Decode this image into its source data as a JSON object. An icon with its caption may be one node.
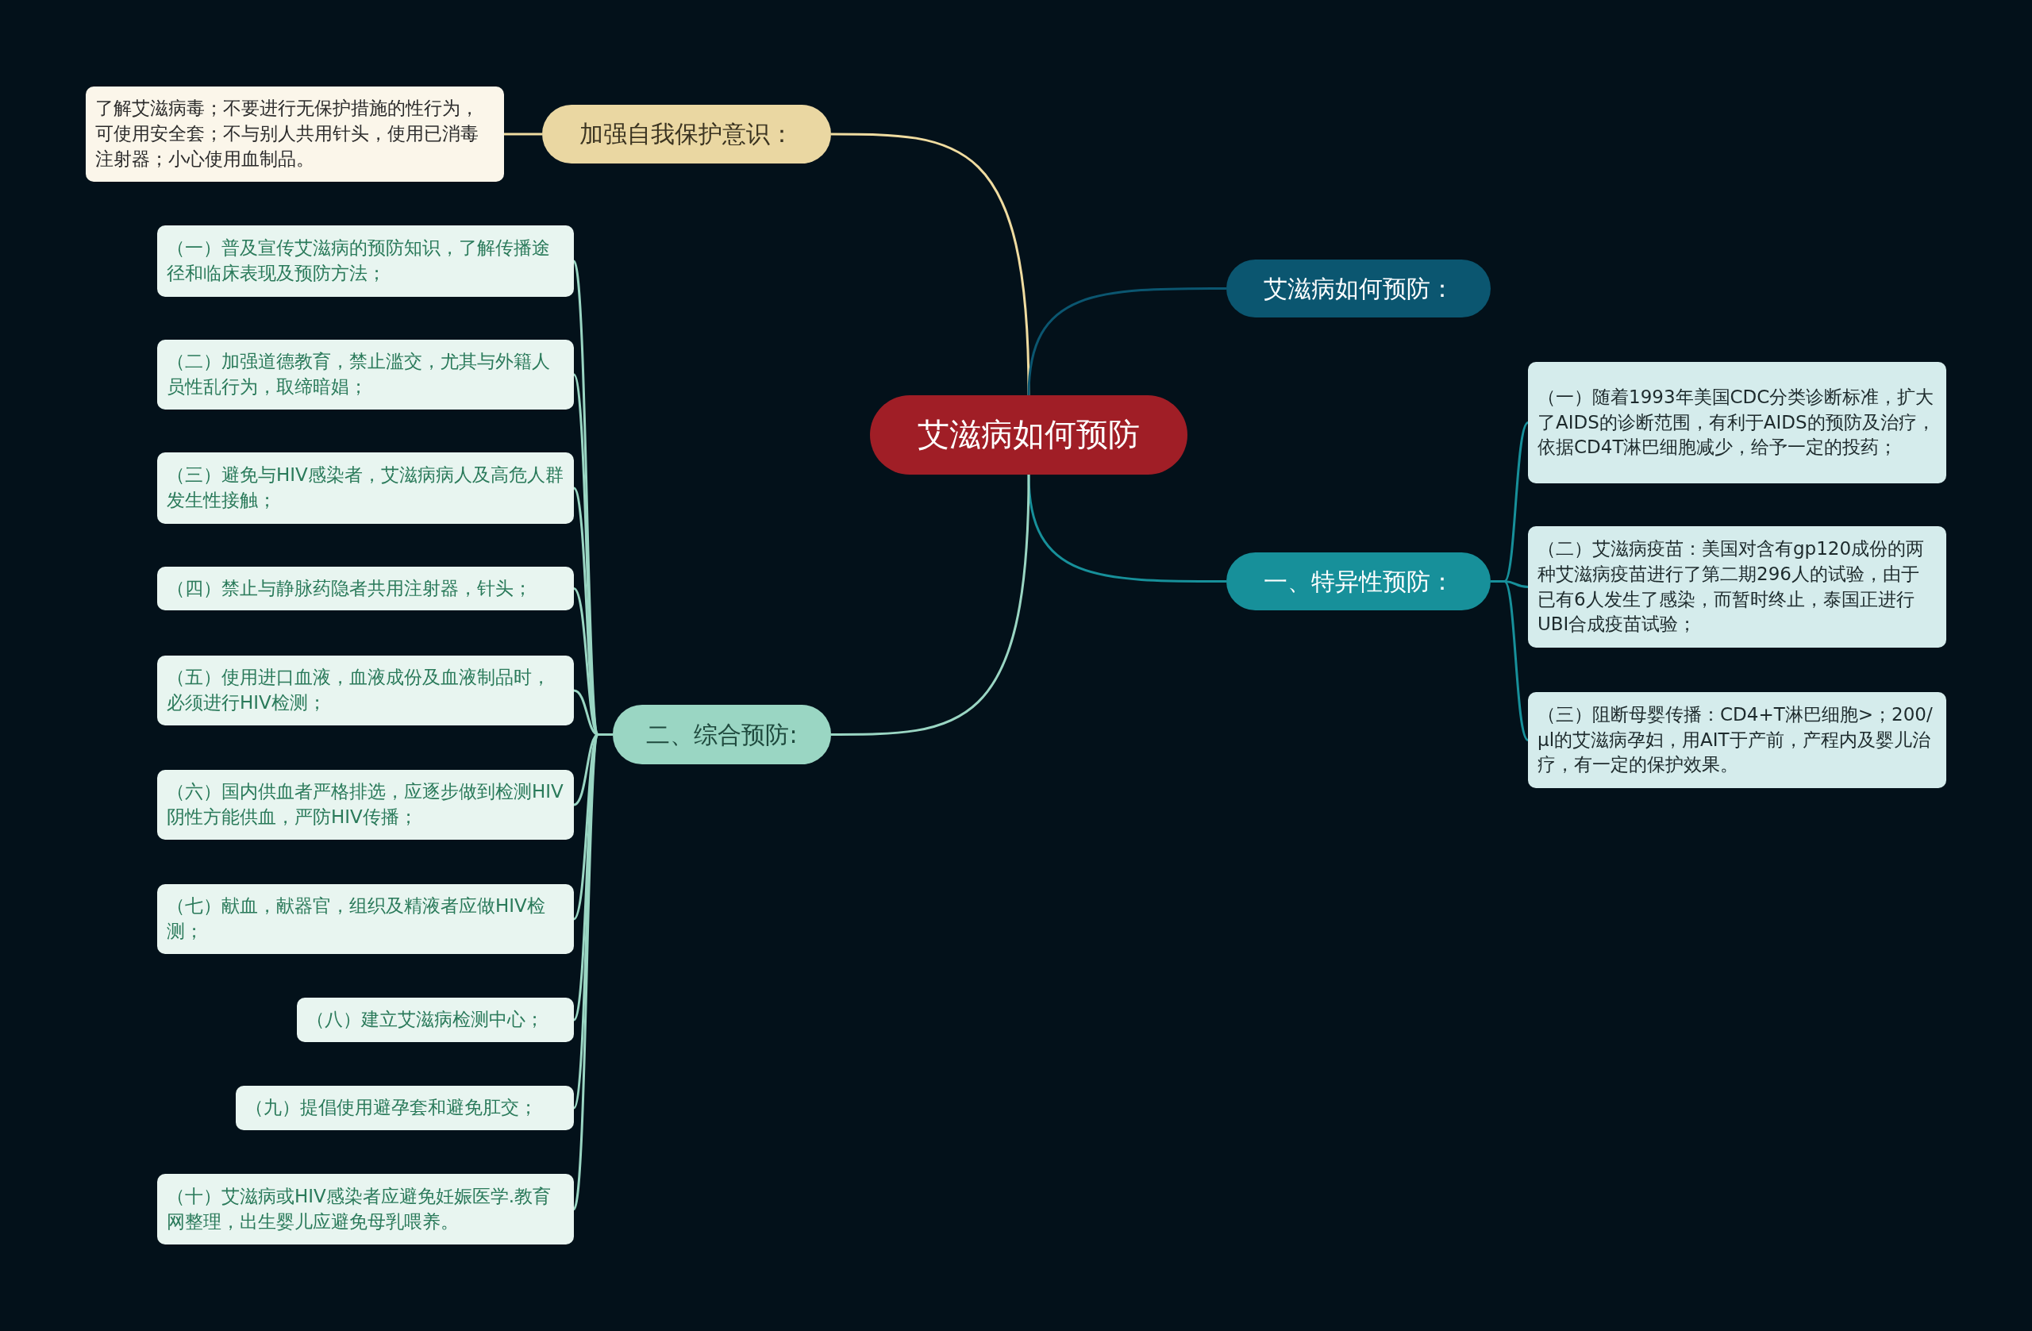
{
  "diagram": {
    "nodes": [
      {
        "text": [
          "艾滋病如何预防"
        ]
      },
      {
        "text": [
          "加强自我保护意识："
        ]
      },
      {
        "text": [
          "了解艾滋病毒；不要进行无保护措施的性行为，可使用安全套；不与别人共用针头，使用已消毒注射器；小心使用血制品。"
        ]
      },
      {
        "text": [
          "艾滋病如何预防："
        ]
      },
      {
        "text": [
          "一、特异性预防："
        ]
      },
      {
        "text": [
          "（一）随着1993年美国CDC分类诊断标准，扩大了AIDS的诊断范围，有利于AIDS的预防及治疗，依据CD4T淋巴细胞减少，给予一定的投药；"
        ]
      },
      {
        "text": [
          "（二）艾滋病疫苗：美国对含有gp120成份的两种艾滋病疫苗进行了第二期296人的试验，由于已有6人发生了感染，而暂时终止，泰国正进行UBI合成疫苗试验；"
        ]
      },
      {
        "text": [
          "（三）阻断母婴传播：CD4+T淋巴细胞>；200/μl的艾滋病孕妇，用AIT于产前，产程内及婴儿治疗，有一定的保护效果。"
        ]
      },
      {
        "text": [
          "二、综合预防:"
        ]
      },
      {
        "text": [
          "（一）普及宣传艾滋病的预防知识，了解传播途径和临床表现及预防方法；"
        ]
      },
      {
        "text": [
          "（二）加强道德教育，禁止滥交，尤其与外籍人员性乱行为，取缔暗娼；"
        ]
      },
      {
        "text": [
          "（三）避免与HIV感染者，艾滋病病人及高危人群发生性接触；"
        ]
      },
      {
        "text": [
          "（四）禁止与静脉药隐者共用注射器，针头；"
        ]
      },
      {
        "text": [
          "（五）使用进口血液，血液成份及血液制品时，必须进行HIV检测；"
        ]
      },
      {
        "text": [
          "（六）国内供血者严格排选，应逐步做到检测HIV阴性方能供血，严防HIV传播；"
        ]
      },
      {
        "text": [
          "（七）献血，献器官，组织及精液者应做HIV检测；"
        ]
      },
      {
        "text": [
          "（八）建立艾滋病检测中心；"
        ]
      },
      {
        "text": [
          "（九）提倡使用避孕套和避免肛交；"
        ]
      },
      {
        "text": [
          "（十）艾滋病或HIV感染者应避免妊娠医学.教育网整理，出生婴儿应避免母乳喂养。"
        ]
      }
    ],
    "edges": [
      {
        "from": 0,
        "to": 1,
        "arrow": "none",
        "color": "#f0dca0"
      },
      {
        "from": 1,
        "to": 2,
        "arrow": "none",
        "color": "#f0dca0"
      },
      {
        "from": 0,
        "to": 3,
        "arrow": "none",
        "color": "#0b5670"
      },
      {
        "from": 0,
        "to": 4,
        "arrow": "none",
        "color": "#17909a"
      },
      {
        "from": 4,
        "to": 5,
        "arrow": "none",
        "color": "#17909a"
      },
      {
        "from": 4,
        "to": 6,
        "arrow": "none",
        "color": "#17909a"
      },
      {
        "from": 4,
        "to": 7,
        "arrow": "none",
        "color": "#17909a"
      },
      {
        "from": 0,
        "to": 8,
        "arrow": "none"
      },
      {
        "from": 8,
        "to": 9,
        "arrow": "none"
      },
      {
        "from": 8,
        "to": 10,
        "arrow": "none"
      },
      {
        "from": 8,
        "to": 11,
        "arrow": "none"
      },
      {
        "from": 8,
        "to": 12,
        "arrow": "none"
      },
      {
        "from": 8,
        "to": 13,
        "arrow": "none"
      },
      {
        "from": 8,
        "to": 14,
        "arrow": "none"
      },
      {
        "from": 8,
        "to": 15,
        "arrow": "none"
      },
      {
        "from": 8,
        "to": 16,
        "arrow": "none"
      },
      {
        "from": 8,
        "to": 17,
        "arrow": "none"
      },
      {
        "from": 8,
        "to": 18,
        "arrow": "none"
      }
    ]
  }
}
